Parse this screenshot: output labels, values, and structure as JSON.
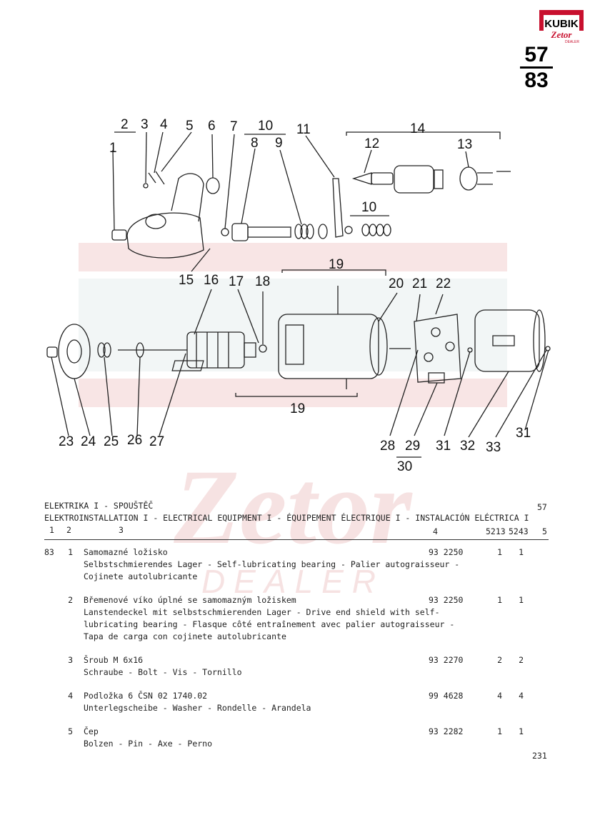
{
  "brand": {
    "logo_top": "KUBIK",
    "logo_bottom": "Zetor",
    "logo_small": "DEALER"
  },
  "page": {
    "table_no": "57",
    "group_no": "83",
    "folio": "231"
  },
  "diagram": {
    "callouts": [
      "1",
      "2",
      "3",
      "4",
      "5",
      "6",
      "7",
      "8",
      "9",
      "10",
      "11",
      "12",
      "13",
      "14",
      "10",
      "15",
      "16",
      "17",
      "18",
      "19",
      "20",
      "21",
      "22",
      "19",
      "23",
      "24",
      "25",
      "26",
      "27",
      "28",
      "29",
      "30",
      "31",
      "32",
      "33",
      "31"
    ]
  },
  "header": {
    "title_cz": "ELEKTRIKA I - SPOUŠTĚČ",
    "title_multi": "ELEKTROINSTALLATION I - ELECTRICAL EQUIPMENT I - ÉQUIPEMENT ÉLECTRIQUE I - INSTALACIÓN ELÉCTRICA I",
    "sheet": "57",
    "col_1": "1",
    "col_2": "2",
    "col_3": "3",
    "col_4": "4",
    "col_5213": "5213",
    "col_5243": "5243",
    "col_5": "5"
  },
  "rows": [
    {
      "pos": "83",
      "no": "1",
      "lines": [
        "Samomazné ložisko",
        "Selbstschmierendes Lager - Self-lubricating bearing - Palier autograisseur -",
        "Cojinete autolubricante"
      ],
      "part": "93 2250",
      "q1": "1",
      "q2": "1"
    },
    {
      "pos": "",
      "no": "2",
      "lines": [
        "Břemenové víko úplné se samomazným ložiskem",
        "Lanstendeckel mit selbstschmierenden Lager - Drive end shield with self-",
        "lubricating bearing - Flasque côté entraînement avec palier autograisseur -",
        "Tapa de carga con cojinete autolubricante"
      ],
      "part": "93 2250",
      "q1": "1",
      "q2": "1"
    },
    {
      "pos": "",
      "no": "3",
      "lines": [
        "Šroub M 6x16",
        "Schraube - Bolt - Vis - Tornillo"
      ],
      "part": "93 2270",
      "q1": "2",
      "q2": "2"
    },
    {
      "pos": "",
      "no": "4",
      "lines": [
        "Podložka 6 ČSN 02 1740.02",
        "Unterlegscheibe - Washer - Rondelle - Arandela"
      ],
      "part": "99 4628",
      "q1": "4",
      "q2": "4"
    },
    {
      "pos": "",
      "no": "5",
      "lines": [
        "Čep",
        "Bolzen - Pin - Axe - Perno"
      ],
      "part": "93 2282",
      "q1": "1",
      "q2": "1"
    }
  ]
}
